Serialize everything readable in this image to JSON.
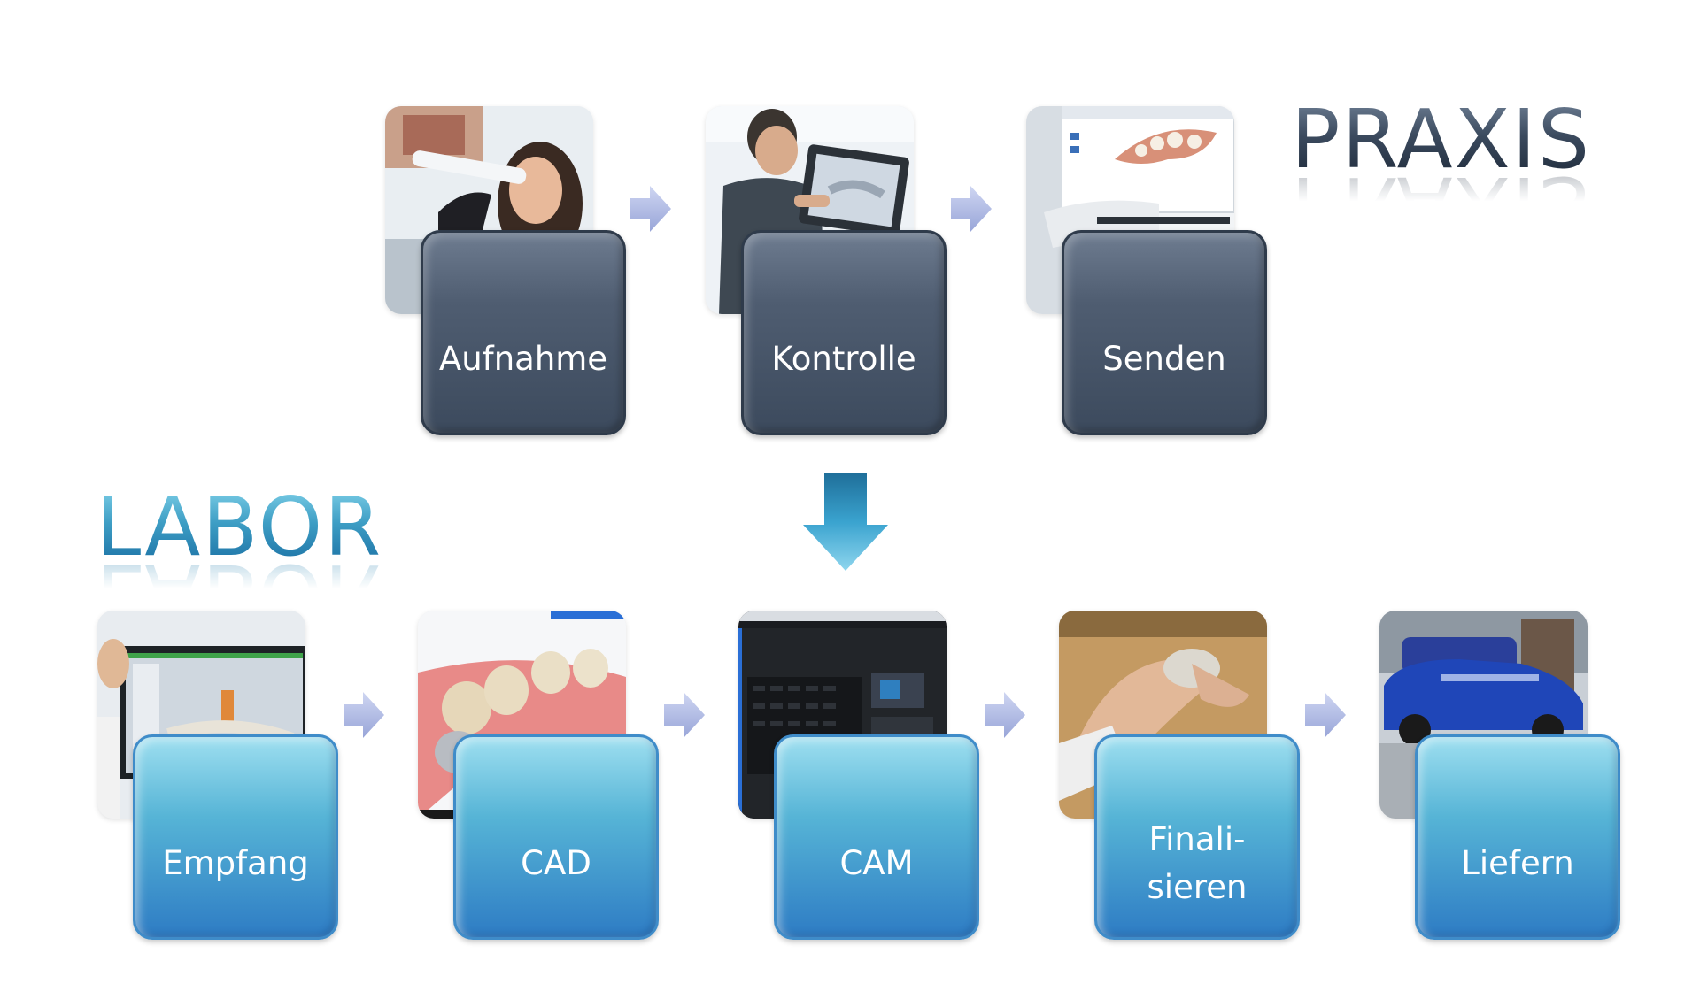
{
  "headings": {
    "praxis": "PRAXIS",
    "labor": "LABOR"
  },
  "praxis_steps": [
    {
      "label": "Aufnahme",
      "image": "intraoral-scan-photo"
    },
    {
      "label": "Kontrolle",
      "image": "monitor-review-photo"
    },
    {
      "label": "Senden",
      "image": "scanner-screen-photo"
    }
  ],
  "labor_steps": [
    {
      "label": "Empfang",
      "image": "cad-monitor-photo"
    },
    {
      "label": "CAD",
      "image": "dental-cad-model-photo"
    },
    {
      "label": "CAM",
      "image": "milling-machine-photo"
    },
    {
      "label": "Finali-\nsieren",
      "image": "hand-finishing-photo"
    },
    {
      "label": "Liefern",
      "image": "delivery-car-photo"
    }
  ],
  "colors": {
    "praxis_card": "#4f5d71",
    "labor_card": "#56b4d6",
    "flow_arrow": "#b7c0e6",
    "down_arrow": "#2f93c0"
  },
  "icons": {
    "step_arrow": "chevron-right-arrow",
    "handover_arrow": "down-arrow"
  }
}
